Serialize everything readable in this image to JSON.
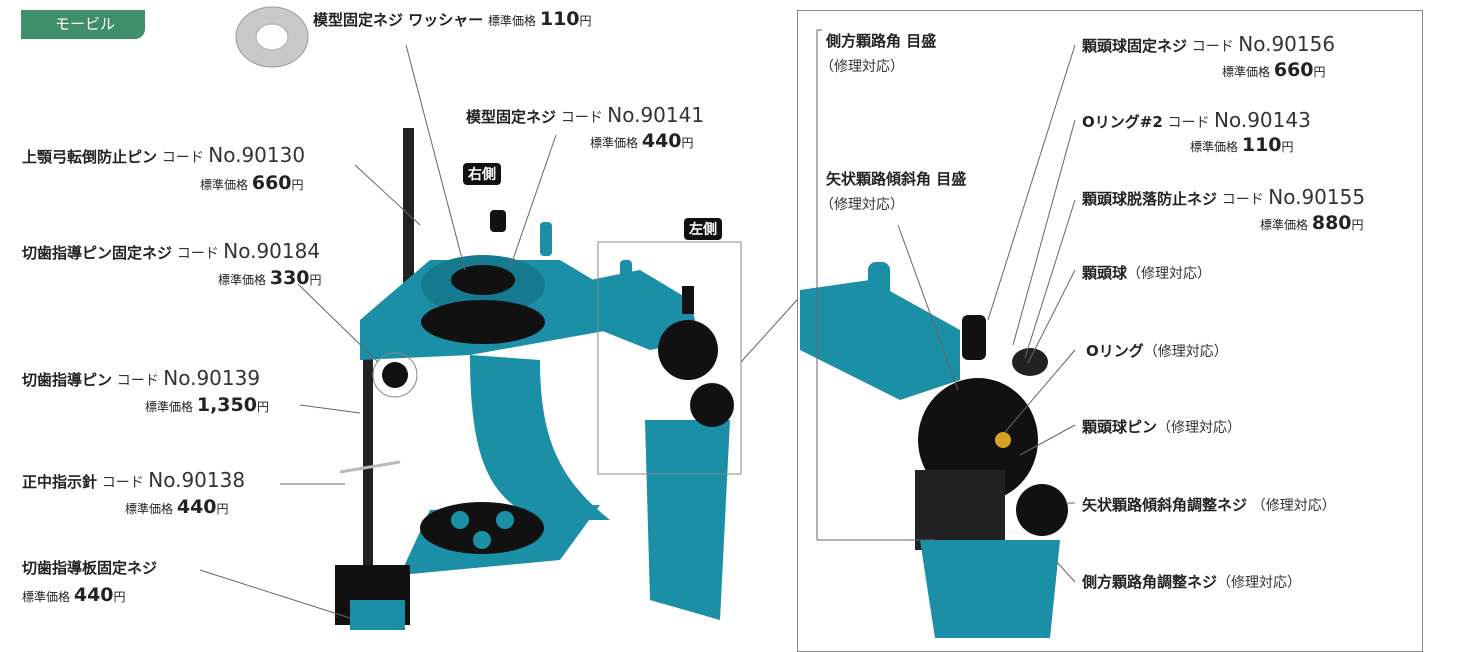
{
  "category_tag": "モービル",
  "side_labels": {
    "right": "右側",
    "left": "左側"
  },
  "price_prefix": "標準価格",
  "code_prefix": "コード",
  "yen": "円",
  "parts": {
    "washer": {
      "name": "模型固定ネジ ワッシャー",
      "price": "110"
    },
    "model_screw": {
      "name": "模型固定ネジ",
      "code": "No.90141",
      "price": "440"
    },
    "upper_pin": {
      "name": "上顎弓転倒防止ピン",
      "code": "No.90130",
      "price": "660"
    },
    "incisal_pin_screw": {
      "name": "切歯指導ピン固定ネジ",
      "code": "No.90184",
      "price": "330"
    },
    "incisal_pin": {
      "name": "切歯指導ピン",
      "code": "No.90139",
      "price": "1,350"
    },
    "midline_needle": {
      "name": "正中指示針",
      "code": "No.90138",
      "price": "440"
    },
    "incisal_table_screw": {
      "name": "切歯指導板固定ネジ",
      "price": "440"
    }
  },
  "detail": {
    "repair_note": "（修理対応）",
    "lateral_scale": "側方顆路角 目盛",
    "sagittal_scale": "矢状顆路傾斜角 目盛",
    "condyle_screw": {
      "name": "顆頭球固定ネジ",
      "code": "No.90156",
      "price": "660"
    },
    "oring2": {
      "name": "Oリング#2",
      "code": "No.90143",
      "price": "110"
    },
    "condyle_stop_screw": {
      "name": "顆頭球脱落防止ネジ",
      "code": "No.90155",
      "price": "880"
    },
    "condyle_ball": "顆頭球",
    "oring": "Oリング",
    "condyle_pin": "顆頭球ピン",
    "sagittal_adjust": "矢状顆路傾斜角調整ネジ",
    "lateral_adjust": "側方顆路角調整ネジ"
  },
  "colors": {
    "teal": "#1b8fa6",
    "tag_green": "#3f8f6a",
    "black": "#111111"
  },
  "icons": [
    "washer-image",
    "articulator-image",
    "condyle-closeup-image"
  ]
}
